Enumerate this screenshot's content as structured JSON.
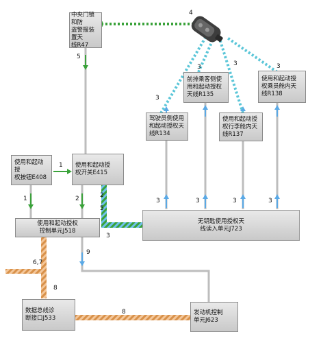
{
  "boxes": {
    "r47": "中央门锁和防\n盗警报装置天\n线R47",
    "r135": "前排乘客侧使\n用和起动授权\n天线R135",
    "r138": "使用和起动授\n权乘员舱内天\n线R138",
    "r134": "驾驶员侧使用\n和起动授权天\n线R134",
    "r137": "使用和起动授\n权行李舱内天\n线R137",
    "e408": "使用和起动授\n权按钮E408",
    "e415": "使用和起动授\n权开关E415",
    "j518": "使用和起动授权\n控制单元J518",
    "j723": "无钥匙使用授权天\n线读入单元J723",
    "j533": "数据总线诊\n断接口J533",
    "j623": "发动机控制\n单元J623"
  },
  "labels": {
    "n4": "4",
    "n5": "5",
    "a_r134": "3",
    "a_r135": "3",
    "a_r137": "3",
    "a_r138": "3",
    "n1": "1",
    "n1b": "1",
    "n2": "2",
    "n2b": "2",
    "n5b": "5",
    "n3_r134": "3",
    "n3_r135": "3",
    "n3_r137": "3",
    "n3_r138": "3",
    "n3_j518": "3",
    "n9": "9",
    "n67": "6,7",
    "n8": "8",
    "n8b": "8"
  },
  "colors": {
    "green": "#3aa23a",
    "blue": "#5aa9e6",
    "cyan_dash": "#5bc6d8",
    "orange": "#e8a35a",
    "gray_line": "#b8b8b8"
  },
  "icons": {
    "key": "car-key-icon"
  }
}
